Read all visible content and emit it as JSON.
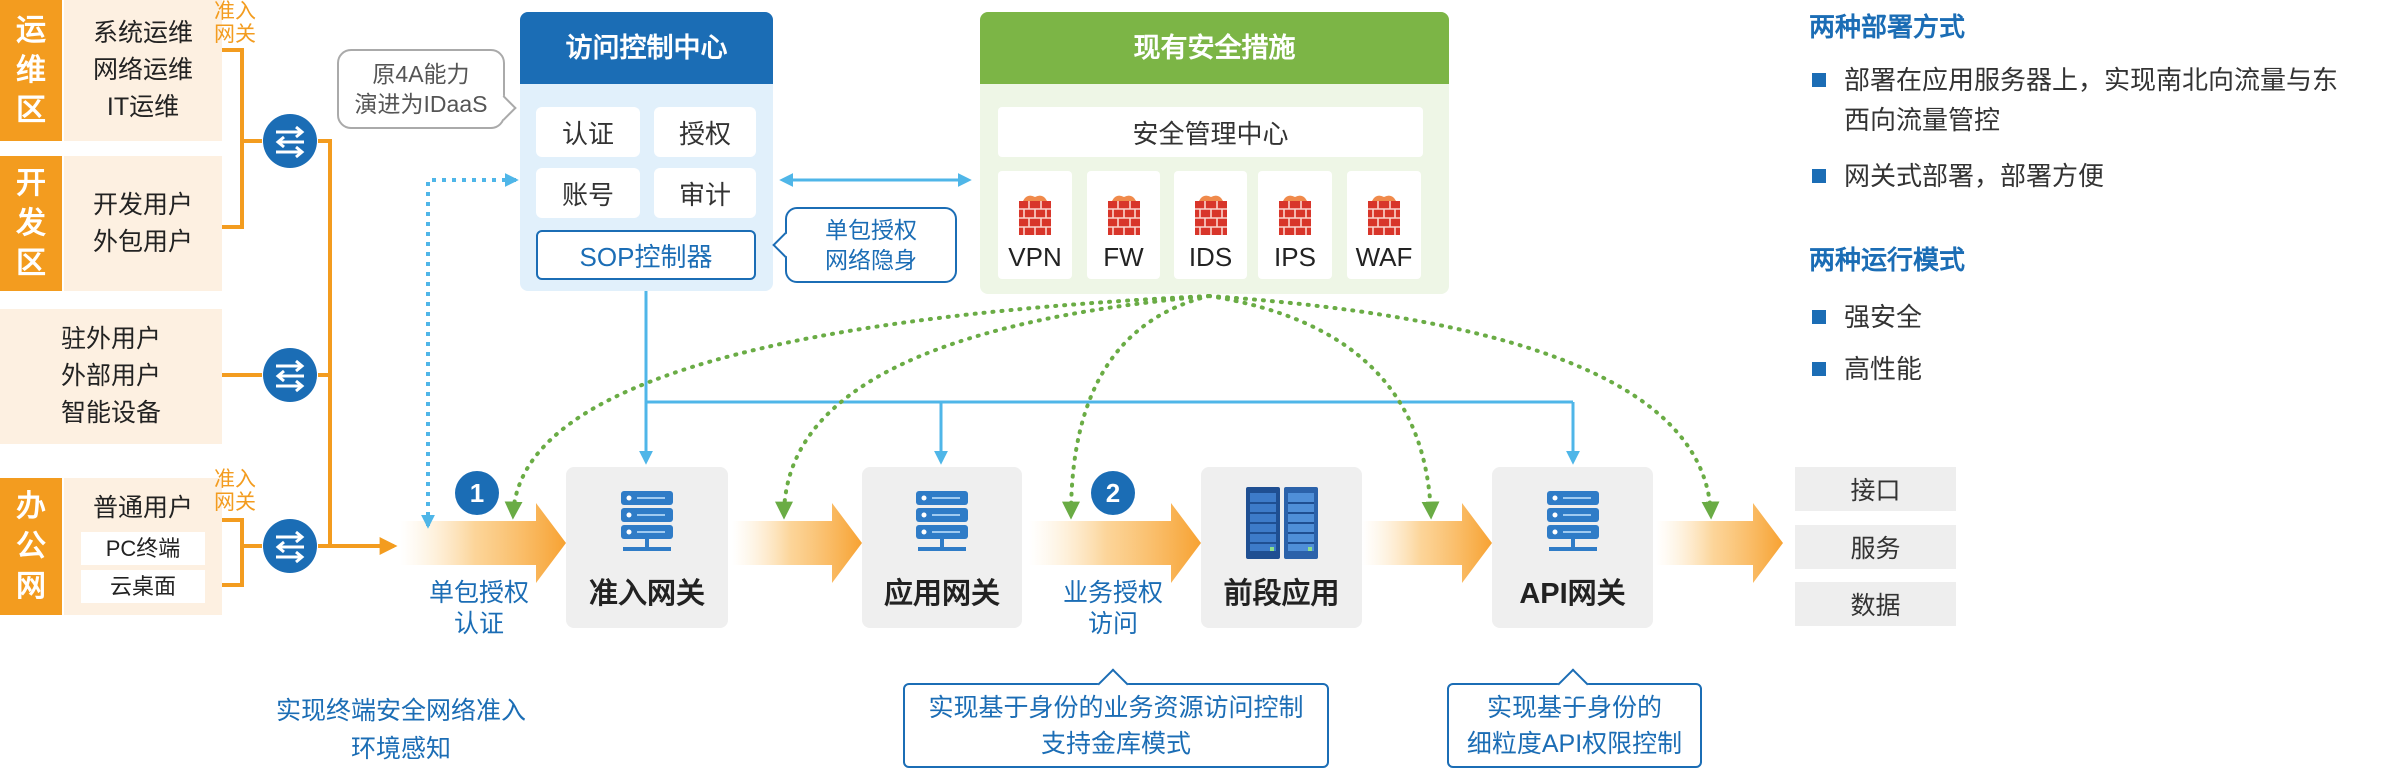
{
  "left_zones": {
    "ops": {
      "label": "运维区",
      "items": [
        "系统运维",
        "网络运维",
        "IT运维"
      ]
    },
    "dev": {
      "label": "开发区",
      "items": [
        "开发用户",
        "外包用户"
      ]
    },
    "external": {
      "items": [
        "驻外用户",
        "外部用户",
        "智能设备"
      ]
    },
    "office": {
      "label": "办公网",
      "items": [
        "普通用户"
      ],
      "terminals": [
        "PC终端",
        "云桌面"
      ]
    }
  },
  "gateway_tags": [
    "准入网关",
    "准入网关"
  ],
  "idaas_note": [
    "原4A能力",
    "演进为IDaaS"
  ],
  "access_control": {
    "title": "访问控制中心",
    "buttons": [
      "认证",
      "授权",
      "账号",
      "审计"
    ],
    "sop": "SOP控制器"
  },
  "sop_note": [
    "单包授权",
    "网络隐身"
  ],
  "security": {
    "title": "现有安全措施",
    "center": "安全管理中心",
    "devices": [
      "VPN",
      "FW",
      "IDS",
      "IPS",
      "WAF"
    ]
  },
  "gateways": [
    "准入网关",
    "应用网关",
    "前段应用",
    "API网关"
  ],
  "steps": [
    "1",
    "2"
  ],
  "step_labels": [
    [
      "单包授权",
      "认证"
    ],
    [
      "业务授权",
      "访问"
    ]
  ],
  "notes": {
    "terminal": [
      "实现终端安全网络准入",
      "环境感知"
    ],
    "business": [
      "实现基于身份的业务资源访问控制",
      "支持金库模式"
    ],
    "api": [
      "实现基于身份的",
      "细粒度API权限控制"
    ]
  },
  "outputs": [
    "接口",
    "服务",
    "数据"
  ],
  "deploy": {
    "title": "两种部署方式",
    "items": [
      "部署在应用服务器上，实现南北向流量与东西向流量管控",
      "网关式部署，部署方便"
    ]
  },
  "modes": {
    "title": "两种运行模式",
    "items": [
      "强安全",
      "高性能"
    ]
  },
  "icons": {
    "switch": "switch-icon",
    "server": "server-icon",
    "rack": "server-rack-icon",
    "firewall": "firewall-icon"
  },
  "colors": {
    "orange": "#f39c1f",
    "blue": "#1b6db5",
    "green": "#7cb546",
    "connector": "#4fb6e8",
    "dotted": "#6aac45"
  }
}
